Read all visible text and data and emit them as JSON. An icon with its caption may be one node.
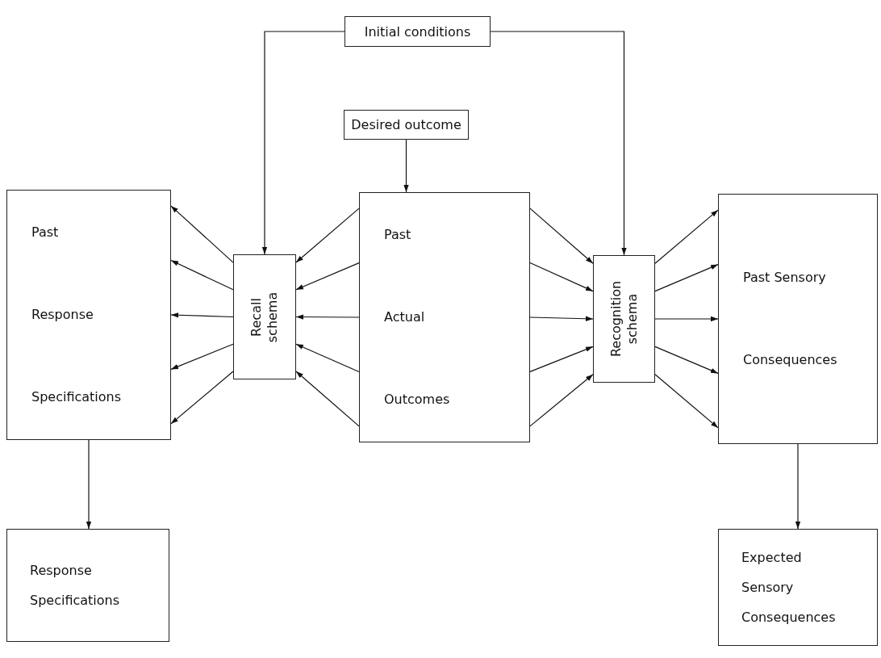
{
  "diagram": {
    "nodes": [
      {
        "text": [
          "Initial conditions"
        ]
      },
      {
        "text": [
          "Desired outcome"
        ]
      },
      {
        "text": [
          "Past Response Specifications"
        ]
      },
      {
        "text": [
          "Recall schema"
        ]
      },
      {
        "text": [
          "Past Actual Outcomes"
        ]
      },
      {
        "text": [
          "Recognition schema"
        ]
      },
      {
        "text": [
          "Past Sensory Consequences"
        ]
      },
      {
        "text": [
          "Response Specifications"
        ]
      },
      {
        "text": [
          "Expected Sensory Consequences"
        ]
      }
    ],
    "edges": [
      {
        "from": 0,
        "to": 3,
        "arrow": "to"
      },
      {
        "from": 0,
        "to": 5,
        "arrow": "to"
      },
      {
        "from": 1,
        "to": 4,
        "arrow": "to"
      },
      {
        "from": 3,
        "to": 2,
        "arrow": "to"
      },
      {
        "from": 3,
        "to": 2,
        "arrow": "to"
      },
      {
        "from": 3,
        "to": 2,
        "arrow": "to"
      },
      {
        "from": 3,
        "to": 2,
        "arrow": "to"
      },
      {
        "from": 3,
        "to": 2,
        "arrow": "to"
      },
      {
        "from": 4,
        "to": 3,
        "arrow": "to"
      },
      {
        "from": 4,
        "to": 3,
        "arrow": "to"
      },
      {
        "from": 4,
        "to": 3,
        "arrow": "to"
      },
      {
        "from": 4,
        "to": 3,
        "arrow": "to"
      },
      {
        "from": 4,
        "to": 3,
        "arrow": "to"
      },
      {
        "from": 4,
        "to": 5,
        "arrow": "to"
      },
      {
        "from": 4,
        "to": 5,
        "arrow": "to"
      },
      {
        "from": 4,
        "to": 5,
        "arrow": "to"
      },
      {
        "from": 4,
        "to": 5,
        "arrow": "to"
      },
      {
        "from": 4,
        "to": 5,
        "arrow": "to"
      },
      {
        "from": 5,
        "to": 6,
        "arrow": "to"
      },
      {
        "from": 5,
        "to": 6,
        "arrow": "to"
      },
      {
        "from": 5,
        "to": 6,
        "arrow": "to"
      },
      {
        "from": 5,
        "to": 6,
        "arrow": "to"
      },
      {
        "from": 5,
        "to": 6,
        "arrow": "to"
      },
      {
        "from": 2,
        "to": 7,
        "arrow": "to"
      },
      {
        "from": 6,
        "to": 8,
        "arrow": "to"
      }
    ]
  }
}
